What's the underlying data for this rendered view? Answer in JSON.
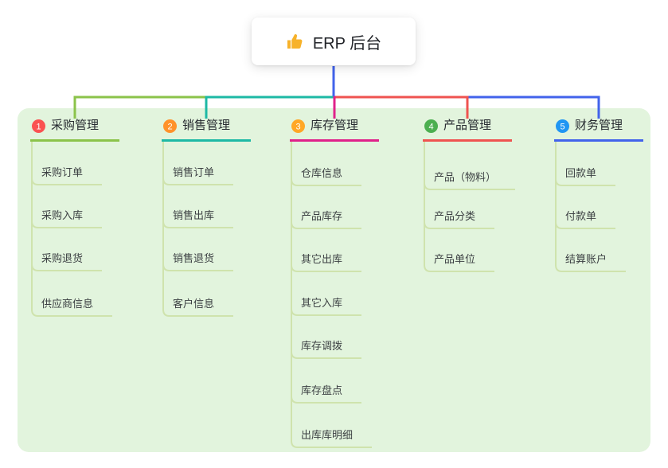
{
  "root": {
    "title": "ERP 后台",
    "icon": "thumbs-up-icon"
  },
  "branches": [
    {
      "num": "1",
      "label": "采购管理",
      "line_color": "#8bc34a",
      "badge_color": "#fa5252",
      "children": [
        "采购订单",
        "采购入库",
        "采购退货",
        "供应商信息"
      ]
    },
    {
      "num": "2",
      "label": "销售管理",
      "line_color": "#1db9a5",
      "badge_color": "#ff922b",
      "children": [
        "销售订单",
        "销售出库",
        "销售退货",
        "客户信息"
      ]
    },
    {
      "num": "3",
      "label": "库存管理",
      "line_color": "#e0218a",
      "badge_color": "#ffa726",
      "children": [
        "仓库信息",
        "产品库存",
        "其它出库",
        "其它入库",
        "库存调拨",
        "库存盘点",
        "出库库明细"
      ]
    },
    {
      "num": "4",
      "label": "产品管理",
      "line_color": "#ef5350",
      "badge_color": "#4caf50",
      "children": [
        "产品（物料）",
        "产品分类",
        "产品单位"
      ]
    },
    {
      "num": "5",
      "label": "财务管理",
      "line_color": "#4263eb",
      "badge_color": "#2196f3",
      "children": [
        "回款单",
        "付款单",
        "结算账户"
      ]
    }
  ],
  "colors": {
    "canvas_bg": "#ffffff",
    "map_bg": "#e2f4dd",
    "child_line": "#cfe3ad",
    "root_connector": "#4263eb",
    "thumb_icon": "#f7b22a"
  }
}
